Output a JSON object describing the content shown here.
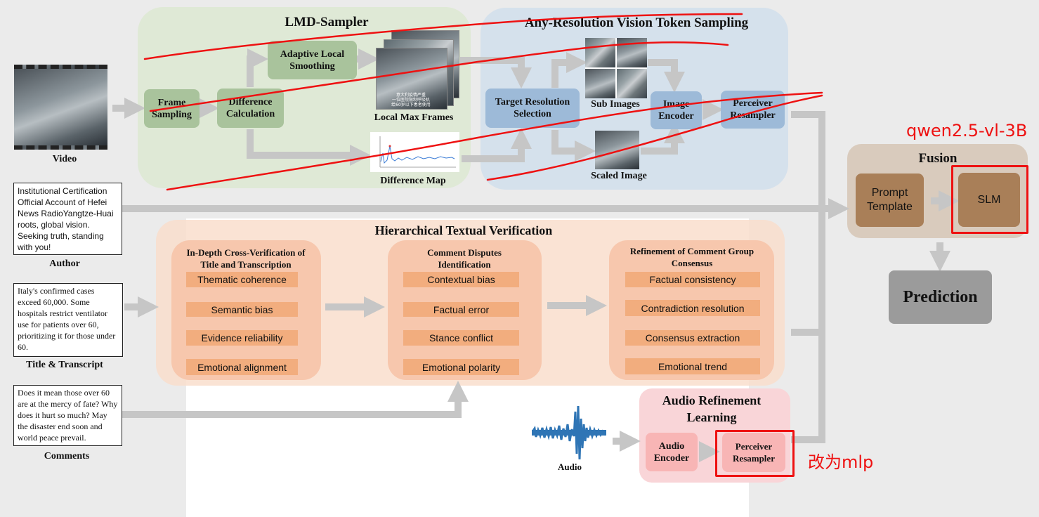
{
  "lmd_sampler": {
    "title": "LMD-Sampler",
    "frame_sampling": "Frame Sampling",
    "difference_calculation": "Difference Calculation",
    "adaptive_local_smoothing": "Adaptive Local Smoothing",
    "local_max_frames": "Local Max Frames",
    "difference_map": "Difference Map"
  },
  "any_resolution": {
    "title": "Any-Resolution Vision Token Sampling",
    "target_resolution_selection": "Target Resolution Selection",
    "sub_images": "Sub Images",
    "image_encoder": "Image Encoder",
    "perceiver_resampler": "Perceiver Resampler",
    "scaled_image": "Scaled Image"
  },
  "inputs": {
    "video_label": "Video",
    "author_text": "Institutional Certification Official Account of Hefei News RadioYangtze-Huai roots, global vision. Seeking truth, standing with you!",
    "author_label": "Author",
    "title_text": "Italy's confirmed cases exceed 60,000. Some hospitals restrict ventilator use for patients over 60, prioritizing it for those under 60.",
    "title_label": "Title & Transcript",
    "comments_text": "Does it mean those over 60 are at the mercy of fate? Why does it hurt so much? May the disaster end soon and world peace prevail.",
    "comments_label": "Comments",
    "audio_label": "Audio"
  },
  "htv": {
    "title": "Hierarchical Textual  Verification",
    "groups": [
      {
        "title": "In-Depth Cross-Verification of Title and Transcription",
        "items": [
          "Thematic coherence",
          "Semantic bias",
          "Evidence reliability",
          "Emotional alignment"
        ]
      },
      {
        "title": "Comment Disputes Identification",
        "items": [
          "Contextual bias",
          "Factual error",
          "Stance conflict",
          "Emotional polarity"
        ]
      },
      {
        "title": "Refinement of Comment Group Consensus",
        "items": [
          "Factual consistency",
          "Contradiction resolution",
          "Consensus extraction",
          "Emotional trend"
        ]
      }
    ]
  },
  "audio": {
    "title": "Audio Refinement Learning",
    "audio_encoder": "Audio Encoder",
    "perceiver_resampler": "Perceiver Resampler"
  },
  "fusion": {
    "title": "Fusion",
    "prompt_template": "Prompt Template",
    "slm": "SLM",
    "prediction": "Prediction"
  },
  "annotations": {
    "qwen": "qwen2.5-vl-3B",
    "mlp": "改为mlp"
  },
  "frame_caption_lines": [
    "意大利疫情严重",
    "一位医院限制呼吸机",
    "给60岁以下患者使用"
  ],
  "colors": {
    "green_region": "#dfe9d6",
    "blue_region": "#d5e1ec",
    "orange_region": "#f9e4d6",
    "pink_region": "#f9d5d8",
    "fusion_region": "#d9cbbd",
    "annotation_red": "#ee1111",
    "arrow_gray": "#c6c6c6"
  }
}
